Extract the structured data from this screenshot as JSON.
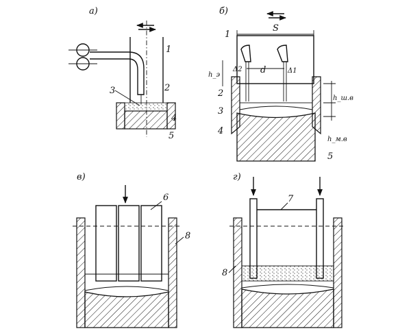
{
  "panels": {
    "a": {
      "label": "а)",
      "numbers": [
        "1",
        "2",
        "3",
        "4",
        "5"
      ]
    },
    "b": {
      "label": "б)",
      "numbers": [
        "1",
        "2",
        "3",
        "4",
        "5"
      ],
      "dims": {
        "stroke": "S",
        "spacing": "d",
        "gap": "Δ1",
        "gap2": "Δ2",
        "h_electrode": "h_э",
        "h_slag": "h_ш.в",
        "h_metal": "h_м.в"
      }
    },
    "c": {
      "label": "в)",
      "numbers": [
        "6",
        "8"
      ]
    },
    "d": {
      "label": "г)",
      "numbers": [
        "7",
        "8"
      ]
    }
  },
  "colors": {
    "ink": "#111111",
    "background": "#ffffff"
  }
}
